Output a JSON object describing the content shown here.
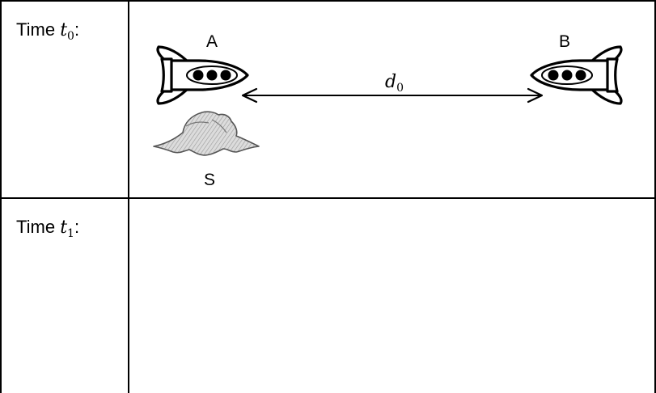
{
  "rows": [
    {
      "label_prefix": "Time ",
      "label_var": "t",
      "label_sub": "0",
      "label_suffix": ":"
    },
    {
      "label_prefix": "Time ",
      "label_var": "t",
      "label_sub": "1",
      "label_suffix": ":"
    }
  ],
  "ships": {
    "ship_a": "A",
    "ship_b": "B",
    "saucer": "S"
  },
  "distance": {
    "var": "d",
    "sub": "0"
  },
  "colors": {
    "line": "#000000",
    "saucer_fill": "#d9d9d9"
  },
  "icons": {
    "ship_a": "rocket-icon",
    "ship_b": "rocket-icon",
    "saucer": "flying-saucer-icon"
  }
}
